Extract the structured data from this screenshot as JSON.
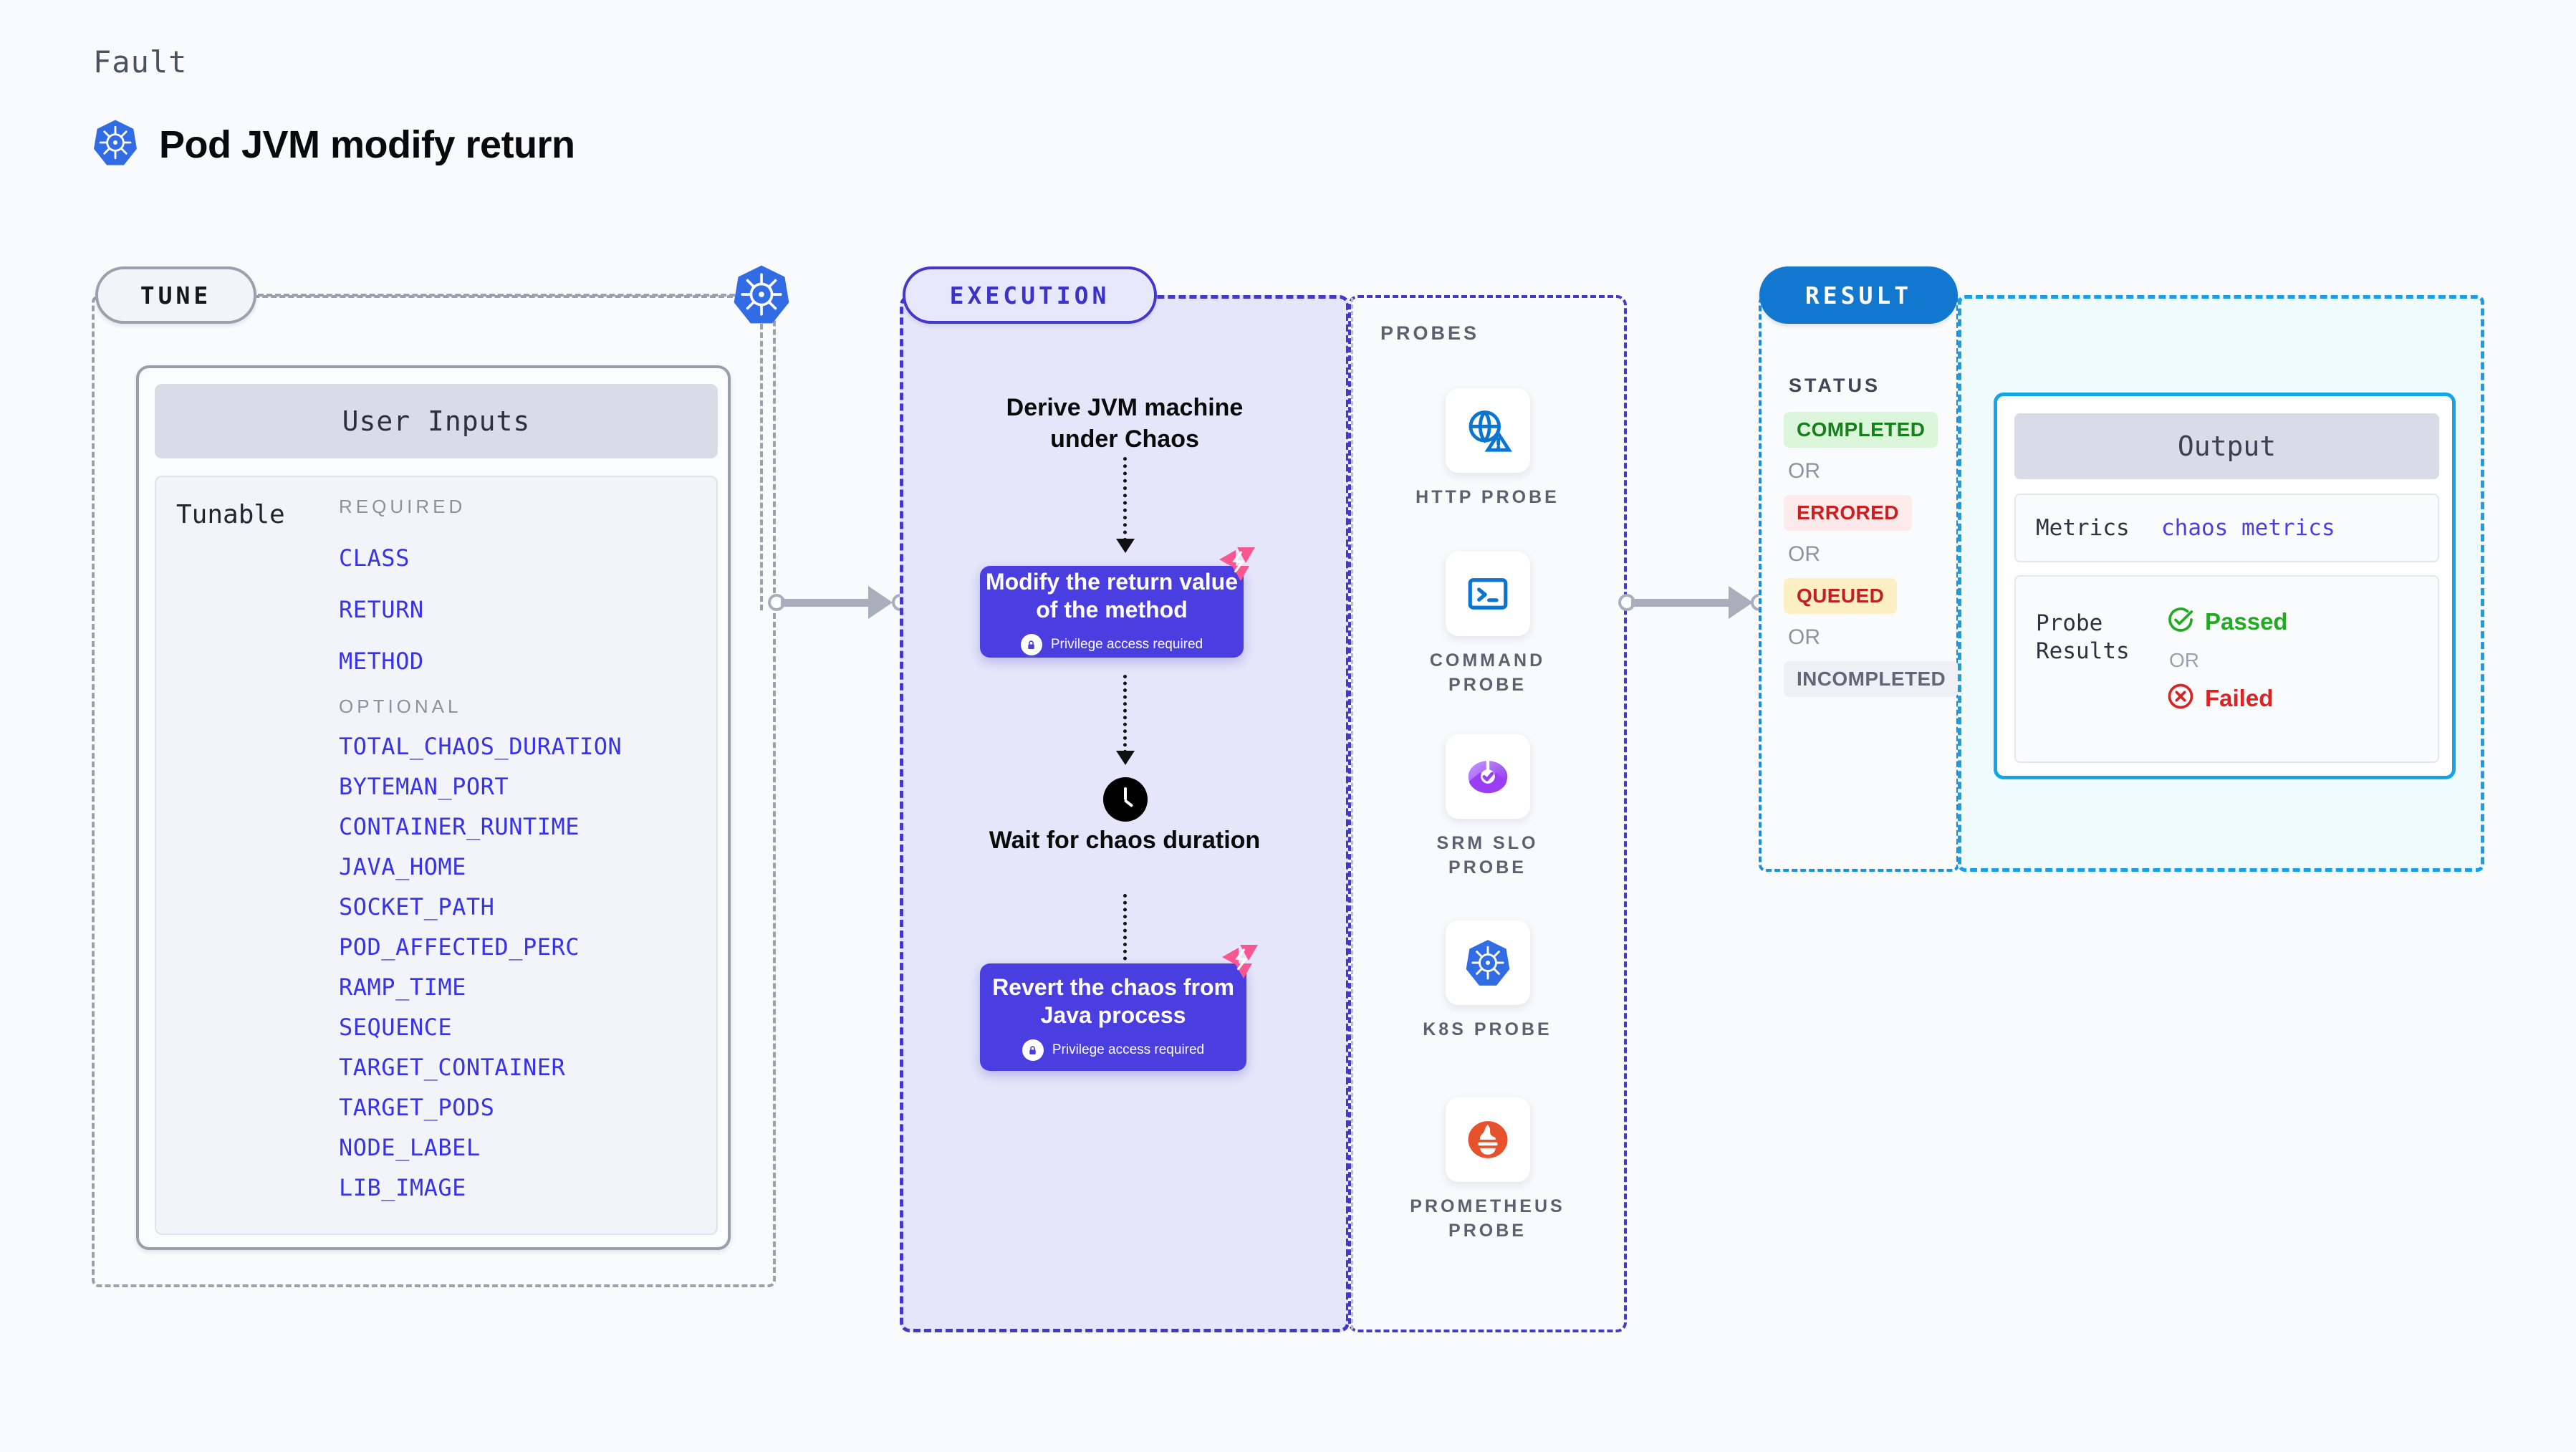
{
  "header": {
    "kicker": "Fault",
    "title": "Pod JVM modify return",
    "icon": "kubernetes-icon"
  },
  "sections": {
    "tune": {
      "pill_label": "TUNE"
    },
    "execution": {
      "pill_label": "EXECUTION"
    },
    "probes": {
      "title": "PROBES"
    },
    "result": {
      "pill_label": "RESULT"
    }
  },
  "user_inputs": {
    "card_title": "User Inputs",
    "row_label": "Tunable",
    "required_heading": "REQUIRED",
    "required": [
      "CLASS",
      "RETURN",
      "METHOD"
    ],
    "optional_heading": "OPTIONAL",
    "optional": [
      "TOTAL_CHAOS_DURATION",
      "BYTEMAN_PORT",
      "CONTAINER_RUNTIME",
      "JAVA_HOME",
      "SOCKET_PATH",
      "POD_AFFECTED_PERC",
      "RAMP_TIME",
      "SEQUENCE",
      "TARGET_CONTAINER",
      "TARGET_PODS",
      "NODE_LABEL",
      "LIB_IMAGE"
    ]
  },
  "execution_steps": {
    "derive": "Derive JVM machine under Chaos",
    "modify": {
      "title": "Modify the return value of the method",
      "privilege": "Privilege access required"
    },
    "wait": "Wait for chaos duration",
    "revert": {
      "title": "Revert the chaos from Java process",
      "privilege": "Privilege access required"
    }
  },
  "probes": [
    {
      "label": "HTTP PROBE",
      "icon": "globe-warning-icon"
    },
    {
      "label": "COMMAND PROBE",
      "icon": "terminal-icon"
    },
    {
      "label": "SRM SLO PROBE",
      "icon": "srm-slo-icon"
    },
    {
      "label": "K8S PROBE",
      "icon": "kubernetes-icon"
    },
    {
      "label": "PROMETHEUS PROBE",
      "icon": "prometheus-icon"
    }
  ],
  "result": {
    "status_heading": "STATUS",
    "or": "OR",
    "statuses": [
      {
        "label": "COMPLETED",
        "bg": "#dcf6dc",
        "fg": "#17801b"
      },
      {
        "label": "ERRORED",
        "bg": "#fdeaea",
        "fg": "#cc2020"
      },
      {
        "label": "QUEUED",
        "bg": "#fdefc4",
        "fg": "#c02020"
      },
      {
        "label": "INCOMPLETED",
        "bg": "#eef0f6",
        "fg": "#606878"
      }
    ]
  },
  "output": {
    "card_title": "Output",
    "metrics_label": "Metrics",
    "metrics_value": "chaos metrics",
    "probe_results_label": "Probe Results",
    "or": "OR",
    "passed": "Passed",
    "failed": "Failed",
    "passed_color": "#22aa22",
    "failed_color": "#dd2222"
  },
  "colors": {
    "accent_indigo": "#4338ca",
    "chaos_box": "#4a3ee0",
    "result_blue": "#1177cf",
    "output_cyan": "#12a5e8",
    "tunable_text": "#3733e8",
    "pink_badge": "#f9578f"
  }
}
